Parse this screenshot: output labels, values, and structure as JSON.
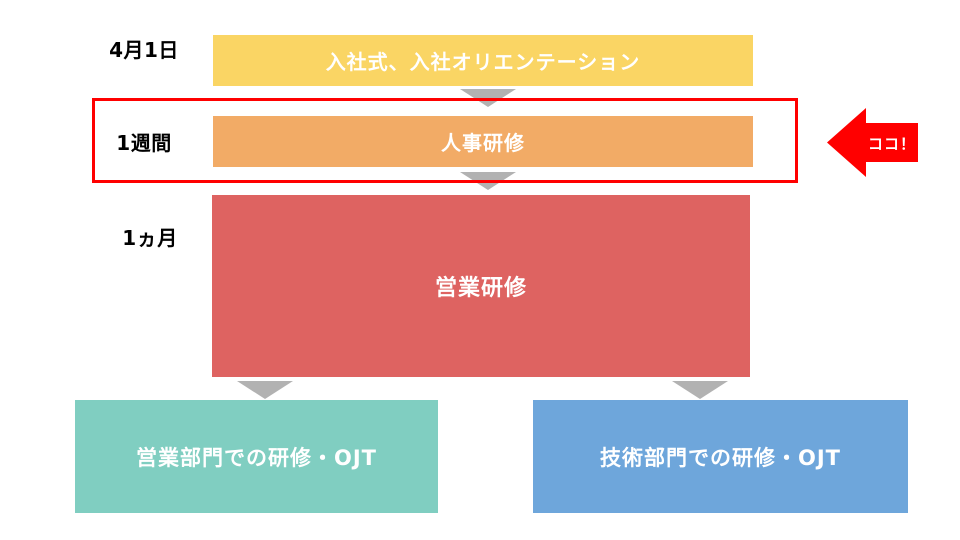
{
  "diagram": {
    "steps": [
      {
        "time": "4月1日",
        "label": "入社式、入社オリエンテーション",
        "color": "#FAD564"
      },
      {
        "time": "1週間",
        "label": "人事研修",
        "color": "#F2AB66"
      },
      {
        "time": "1ヵ月",
        "label": "営業研修",
        "color": "#DE6361"
      },
      {
        "label": "営業部門での研修・OJT",
        "color": "#80CEC1"
      },
      {
        "label": "技術部門での研修・OJT",
        "color": "#6EA6DB"
      }
    ],
    "callout": {
      "label": "ココ！",
      "color": "#FF0000"
    },
    "highlight": {
      "border_color": "#FF0000"
    },
    "connector_color": "#B2B2B2",
    "box_text_color": "#FFFFFF",
    "label_text_color": "#000000",
    "background_color": "#FFFFFF"
  }
}
